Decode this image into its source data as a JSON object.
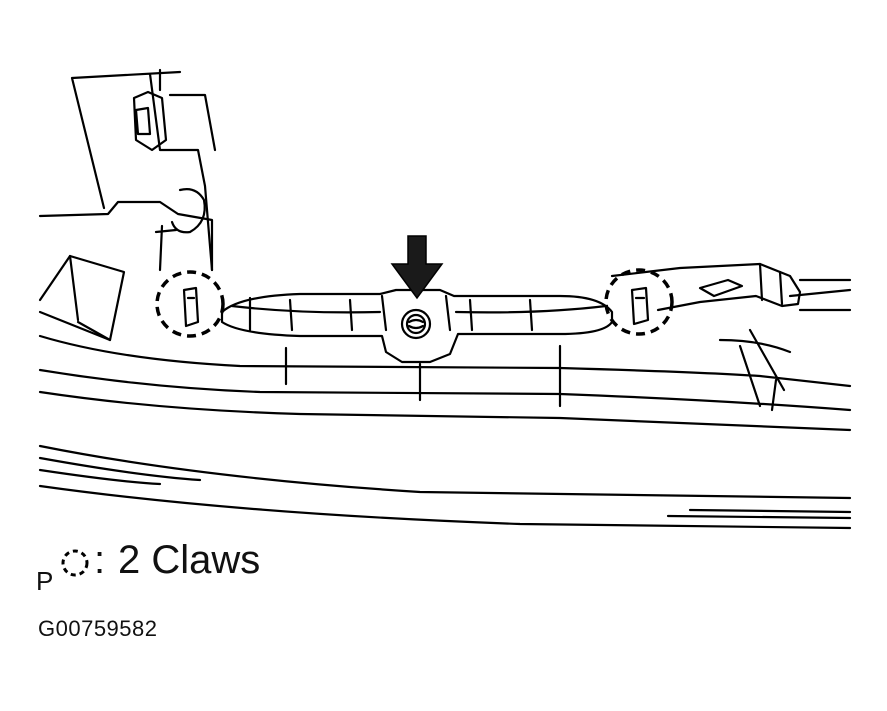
{
  "figure": {
    "legend": {
      "prefix": "P",
      "separator": ":",
      "text": "2 Claws",
      "icon": "dashed-circle-icon"
    },
    "code": "G00759582",
    "colors": {
      "line": "#000000",
      "background": "#ffffff"
    }
  }
}
